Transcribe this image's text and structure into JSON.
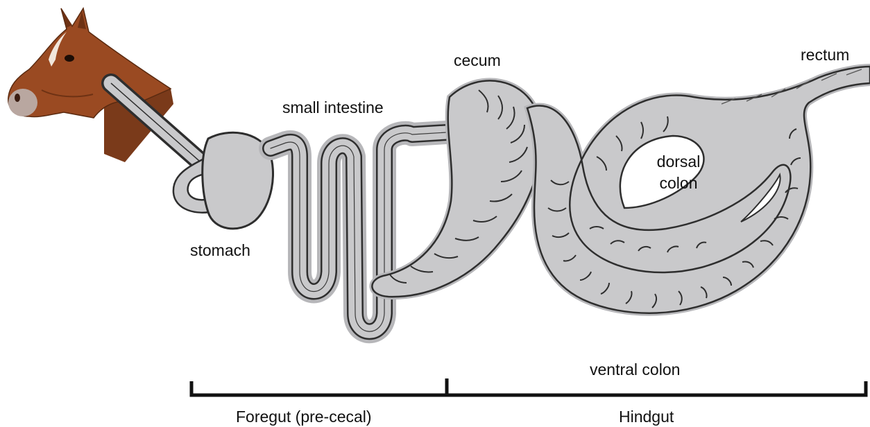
{
  "labels": {
    "cecum": "cecum",
    "rectum": "rectum",
    "small_intestine": "small intestine",
    "stomach": "stomach",
    "dorsal_colon_line1": "dorsal",
    "dorsal_colon_line2": "colon",
    "ventral_colon": "ventral colon"
  },
  "brackets": {
    "foregut": "Foregut (pre-cecal)",
    "hindgut": "Hindgut"
  },
  "colors": {
    "organ_fill": "#c9c9cb",
    "organ_halo": "#b7b7ba",
    "organ_outline": "#2e2e2e",
    "bracket": "#111111",
    "horse_coat": "#9a4a22"
  }
}
